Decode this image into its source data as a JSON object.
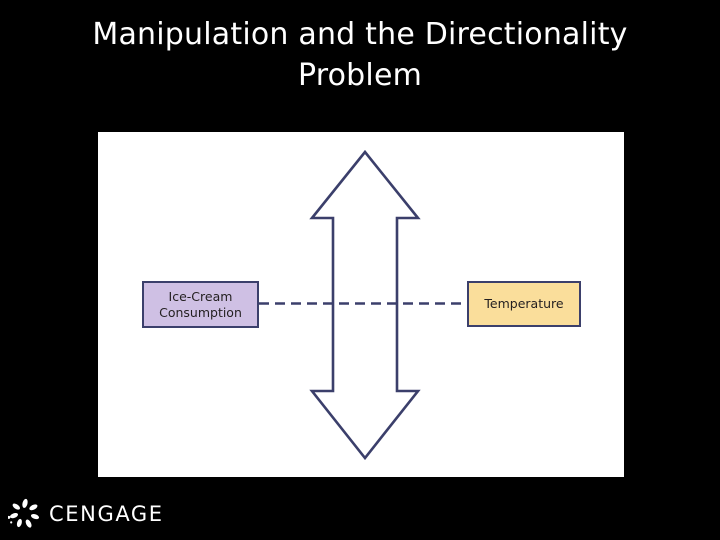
{
  "slide": {
    "background_color": "#000000",
    "title": "Manipulation and the Directionality\nProblem",
    "title_color": "#ffffff"
  },
  "content_panel": {
    "background_color": "#ffffff"
  },
  "diagram": {
    "type": "causal-directionality-diagram",
    "stroke_color": "#3b3f6b",
    "nodes": [
      {
        "id": "ice-cream",
        "label": "Ice-Cream\nConsumption",
        "fill_color": "#cfc0e4",
        "border_color": "#3b3f6b",
        "text_color": "#231f20"
      },
      {
        "id": "temperature",
        "label": "Temperature",
        "fill_color": "#fade9b",
        "border_color": "#3b3f6b",
        "text_color": "#231f20"
      }
    ],
    "connector": {
      "style": "dashed",
      "color": "#3b3f6b",
      "from": "ice-cream",
      "to": "temperature"
    },
    "arrow": {
      "style": "double-headed-vertical-outline",
      "fill": "none",
      "stroke_color": "#3b3f6b"
    }
  },
  "footer": {
    "brand": "CENGAGE",
    "brand_color": "#ffffff",
    "mark_color": "#ffffff"
  }
}
